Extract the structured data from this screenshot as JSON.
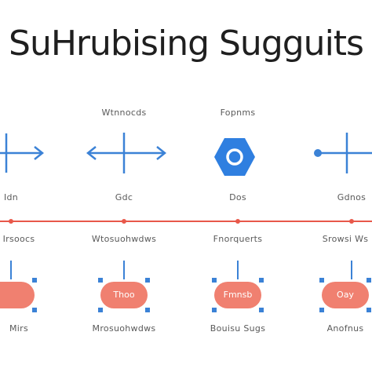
{
  "title": "SuHrubising Sugguits",
  "colors": {
    "blue": "#3b82d6",
    "hex_fill": "#2f7fe0",
    "red_line": "#e8584a",
    "pill": "#f08070",
    "text": "#1f1f1f"
  },
  "row1_labels": [
    "",
    "Wtnnocds",
    "Fopnms",
    ""
  ],
  "row2_labels": [
    "Idn",
    "Gdc",
    "Dos",
    "Gdnos"
  ],
  "row3_labels": [
    "Irsoocs",
    "Wtosuohwdws",
    "Fnorquerts",
    "Srowsi Ws"
  ],
  "pills": [
    "",
    "Thoo",
    "Fmnsb",
    "Oay"
  ],
  "row4_labels": [
    "Mirs",
    "Mrosuohwdws",
    "Bouisu Sugs",
    "Anofnus"
  ]
}
